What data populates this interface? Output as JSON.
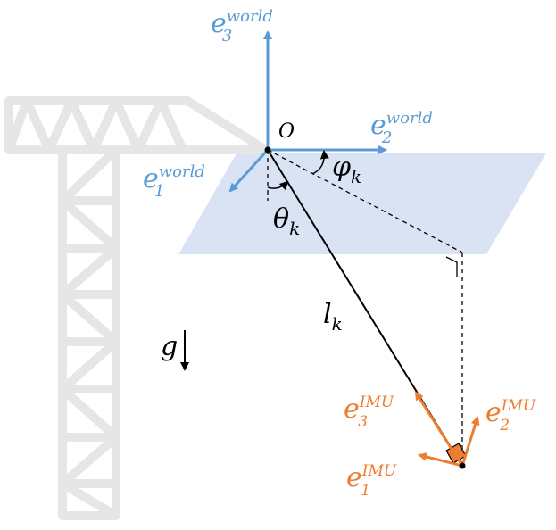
{
  "colors": {
    "world_axes": "#5b9bd5",
    "imu_axes": "#ed7d31",
    "crane": "#e6e6e6",
    "plane": "#dae3f3",
    "line": "#000000"
  },
  "labels": {
    "origin": "O",
    "world_e3": {
      "base": "e",
      "sub": "3",
      "sup": "world"
    },
    "world_e2": {
      "base": "e",
      "sub": "2",
      "sup": "world"
    },
    "world_e1": {
      "base": "e",
      "sub": "1",
      "sup": "world"
    },
    "phi": {
      "base": "φ",
      "sub": "k"
    },
    "theta": {
      "base": "θ",
      "sub": "k"
    },
    "length": {
      "base": "l",
      "sub": "k"
    },
    "gravity": "g",
    "imu_e3": {
      "base": "e",
      "sub": "3",
      "sup": "IMU"
    },
    "imu_e2": {
      "base": "e",
      "sub": "2",
      "sup": "IMU"
    },
    "imu_e1": {
      "base": "e",
      "sub": "1",
      "sup": "IMU"
    }
  }
}
